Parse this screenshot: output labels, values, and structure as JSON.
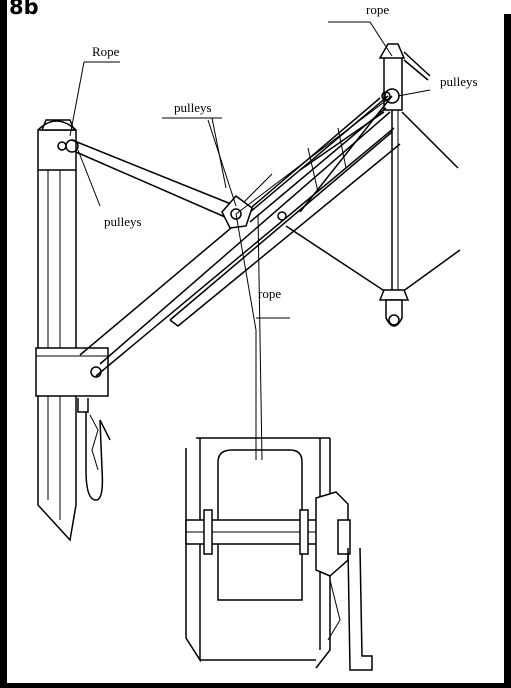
{
  "figure": {
    "label": "8b",
    "callouts": {
      "rope_top": "rope",
      "rope_left": "Rope",
      "pulleys_top_right": "pulleys",
      "pulleys_center": "pulleys",
      "pulleys_left": "pulleys",
      "rope_center": "rope"
    }
  }
}
